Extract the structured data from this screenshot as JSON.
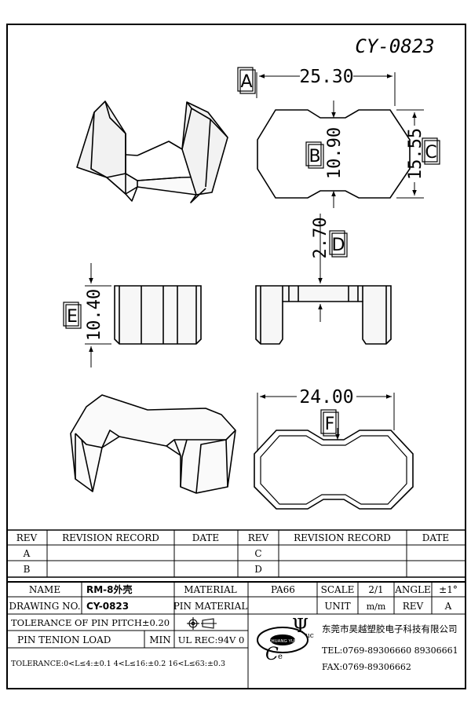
{
  "drawing_number": "CY-0823",
  "dimensions": {
    "width_top": "25.30",
    "center_width": "10.90",
    "height_right": "15.55",
    "depth": "2.70",
    "side_height": "10.40",
    "bottom_width": "24.00"
  },
  "datum_labels": {
    "a": "A",
    "b": "B",
    "c": "C",
    "d": "D",
    "e": "E",
    "f": "F"
  },
  "revision_table": {
    "headers": [
      "REV",
      "REVISION RECORD",
      "DATE",
      "REV",
      "REVISION RECORD",
      "DATE"
    ],
    "rows_left": [
      "A",
      "B"
    ],
    "rows_right": [
      "C",
      "D"
    ]
  },
  "title_block": {
    "name_label": "NAME",
    "name_value": "RM-8外壳",
    "material_label": "MATERIAL",
    "material_value": "PA66",
    "scale_label": "SCALE",
    "scale_value": "2/1",
    "angle_label": "ANGLE",
    "angle_value": "±1°",
    "drawing_no_label": "DRAWING NO.",
    "drawing_no_value": "CY-0823",
    "pin_material_label": "PIN MATERIAL",
    "unit_label": "UNIT",
    "unit_value": "m/m",
    "rev_label": "REV",
    "rev_value": "A",
    "tolerance_pitch": "TOLERANCE OF PIN PITCH±0.20",
    "pin_tension_label": "PIN TENION LOAD",
    "pin_tension_value": "MIN",
    "ul_rec": "UL REC:94V 0",
    "tolerance_ranges": "TOLERANCE:0<L≤4:±0.1  4<L≤16:±0.2  16<L≤63:±0.3",
    "company_name": "东莞市昊越塑胶电子科技有限公司",
    "tel": "TEL:0769-89306660 89306661",
    "fax": "FAX:0769-89306662",
    "logo_text": "CHUANG YUE",
    "logo_letters": {
      "c": "C",
      "e": "e",
      "psi": "Ψ",
      "uc": "uc"
    }
  }
}
